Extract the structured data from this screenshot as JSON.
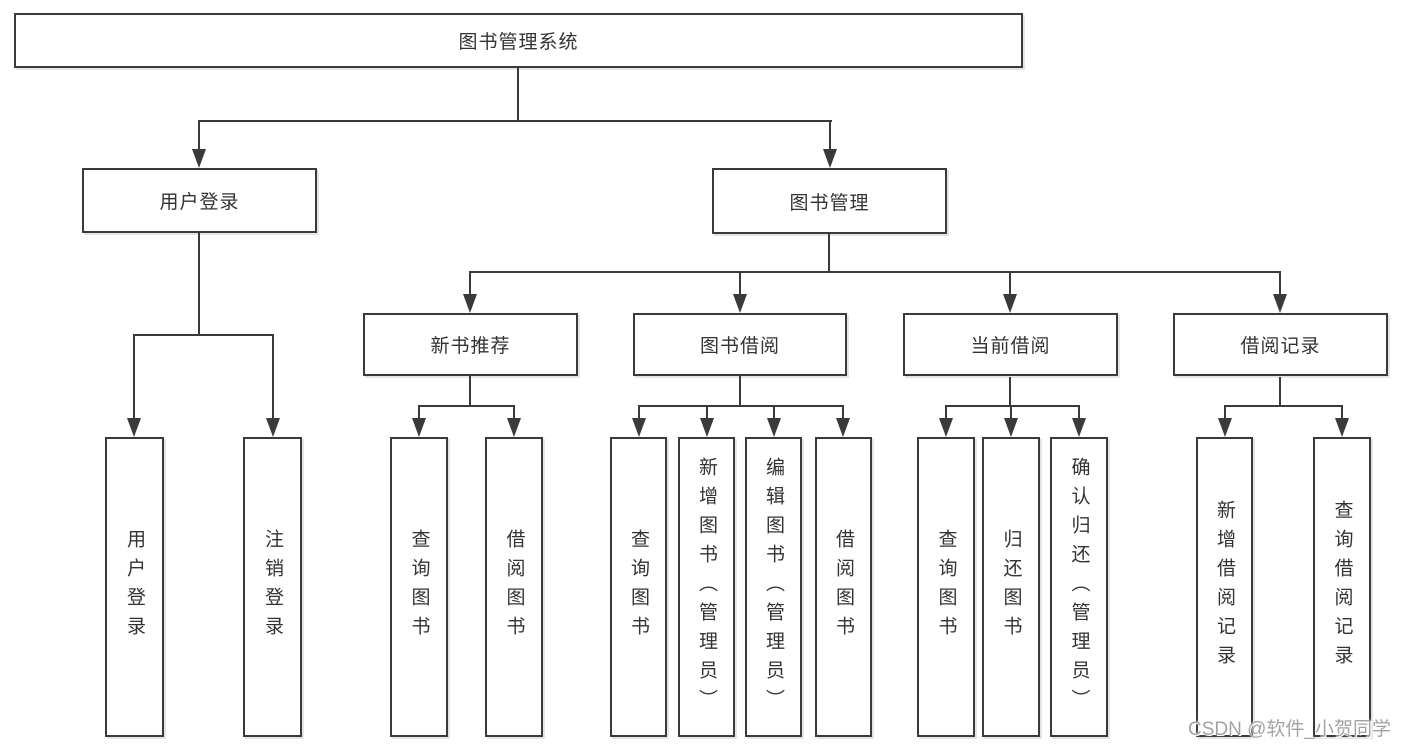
{
  "title": {
    "label": "图书管理系统"
  },
  "branches": {
    "user_login": {
      "label": "用户登录",
      "children": [
        {
          "label": "用户登录"
        },
        {
          "label": "注销登录"
        }
      ]
    },
    "book_mgmt": {
      "label": "图书管理",
      "sections": [
        {
          "label": "新书推荐",
          "children": [
            {
              "label": "查询图书"
            },
            {
              "label": "借阅图书"
            }
          ]
        },
        {
          "label": "图书借阅",
          "children": [
            {
              "label": "查询图书"
            },
            {
              "label": "新增图书（管理员）"
            },
            {
              "label": "编辑图书（管理员）"
            },
            {
              "label": "借阅图书"
            }
          ]
        },
        {
          "label": "当前借阅",
          "children": [
            {
              "label": "查询图书"
            },
            {
              "label": "归还图书"
            },
            {
              "label": "确认归还（管理员）"
            }
          ]
        },
        {
          "label": "借阅记录",
          "children": [
            {
              "label": "新增借阅记录"
            },
            {
              "label": "查询借阅记录"
            }
          ]
        }
      ]
    }
  },
  "watermark": "CSDN @软件_小贺同学",
  "colors": {
    "line": "#3a3a3a",
    "text": "#333333",
    "watermark": "#a3a3a3",
    "background": "#ffffff"
  }
}
